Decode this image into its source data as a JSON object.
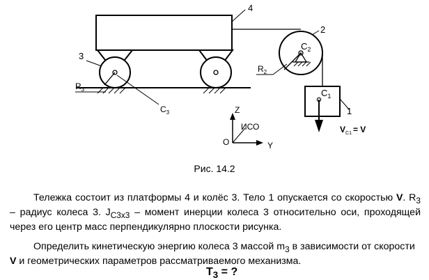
{
  "figure": {
    "labels": {
      "platform": "4",
      "pulley": "2",
      "pulley_center": "C",
      "pulley_center_sub": "2",
      "body": "1",
      "body_center": "C",
      "body_center_sub": "1",
      "wheel": "3",
      "wheel_radius": "R",
      "wheel_radius_sub": "3",
      "wheel_center": "C",
      "wheel_center_sub": "3",
      "pulley_radius": "R",
      "pulley_radius_sub": "2",
      "velocity": "V",
      "velocity_sub": "C1",
      "velocity_eq": "= V",
      "axis_z": "Z",
      "axis_y": "Y",
      "axis_o": "O",
      "frame": "ИСО"
    }
  },
  "caption": "Рис. 14.2",
  "para1": {
    "t1": "Тележка состоит из платформы 4 и колёс 3. Тело 1 опускается со скоростью ",
    "V": "V",
    "t2": ". R",
    "R_sub": "3",
    "t3": " – радиус колеса 3. J",
    "J_sub": "C3x3",
    "t4": " – момент инерции колеса 3 относительно оси, проходящей через его центр масс перпендикулярно плоскости рисунка."
  },
  "para2": {
    "t1": "Определить кинетическую энергию колеса 3 массой m",
    "m_sub": "3",
    "t2": " в зависимости от скорости ",
    "V": "V",
    "t3": " и геометрических параметров рассматриваемого механизма."
  },
  "formula": {
    "T": "T",
    "sub": "3",
    "eq": " = ?"
  }
}
